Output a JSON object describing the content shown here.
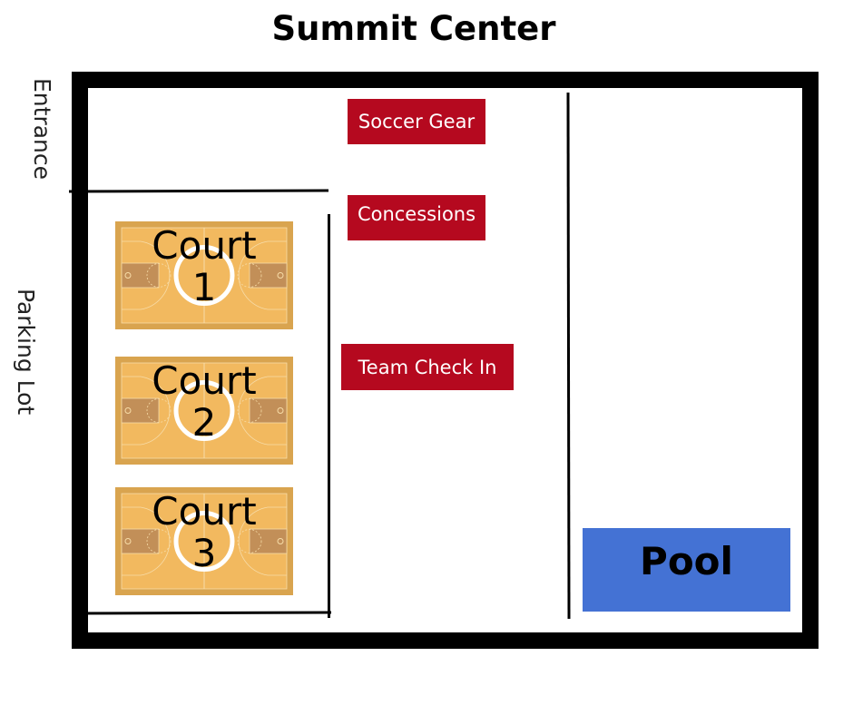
{
  "title": "Summit Center",
  "side_labels": {
    "entrance": "Entrance",
    "parking_lot": "Parking Lot"
  },
  "areas": {
    "soccer_gear": "Soccer Gear",
    "concessions": "Concessions",
    "team_check_in": "Team Check In",
    "pool": "Pool"
  },
  "courts": [
    {
      "word": "Court",
      "number": "1"
    },
    {
      "word": "Court",
      "number": "2"
    },
    {
      "word": "Court",
      "number": "3"
    }
  ],
  "colors": {
    "booth": "#b5091f",
    "pool": "#4472d4",
    "court": "#f2b95f",
    "court_border": "#d9a44f",
    "paint": "#c28f58"
  }
}
